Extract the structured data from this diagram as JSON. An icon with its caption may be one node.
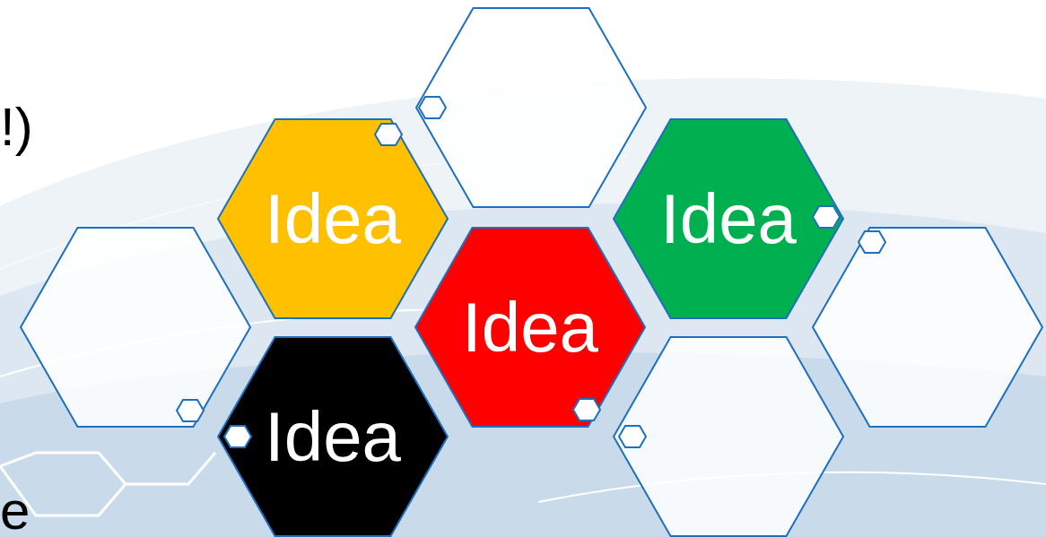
{
  "diagram": {
    "nodes": [
      {
        "text": [],
        "shape": "hexagon"
      },
      {
        "text": [
          "Idea"
        ]
      },
      {
        "text": [
          "Idea"
        ]
      },
      {
        "text": [],
        "shape": "hexagon"
      },
      {
        "text": [
          "Idea"
        ]
      },
      {
        "text": [],
        "shape": "hexagon"
      },
      {
        "text": [
          "Idea"
        ]
      },
      {
        "text": [],
        "shape": "hexagon"
      },
      {
        "text": [],
        "shape": "hexagon",
        "in": 0
      },
      {
        "text": [],
        "shape": "hexagon",
        "in": 1
      },
      {
        "text": [],
        "shape": "hexagon",
        "in": 2
      },
      {
        "text": [],
        "shape": "hexagon",
        "in": 5
      },
      {
        "text": [],
        "shape": "hexagon",
        "in": 3
      },
      {
        "text": [],
        "shape": "hexagon",
        "in": 4
      },
      {
        "text": [],
        "shape": "hexagon",
        "in": 6
      },
      {
        "text": [],
        "shape": "hexagon",
        "in": 7
      }
    ],
    "labels": [
      "!)",
      "e"
    ]
  }
}
